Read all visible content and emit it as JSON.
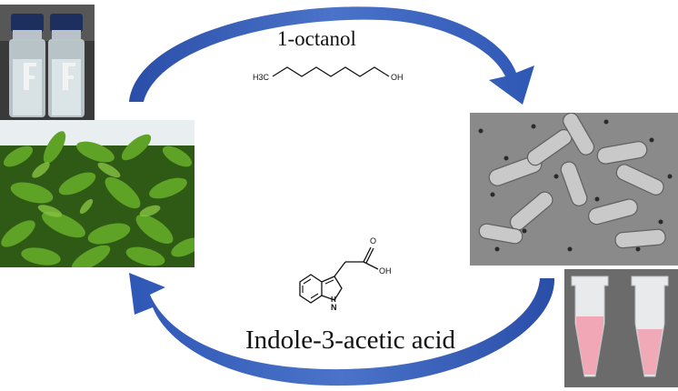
{
  "top_label": "1-octanol",
  "bottom_label": "Indole-3-acetic acid",
  "octanol_structure": {
    "left_group": "H3C",
    "right_group": "OH"
  },
  "iaa_structure": {
    "acid_group": "OH",
    "carbonyl": "O",
    "ring_nh": "H",
    "ring_n": "N"
  },
  "images": [
    {
      "name": "vials-photo",
      "depicts": "two glass vials with clear liquid"
    },
    {
      "name": "tea-leaves-photo",
      "depicts": "green tea plant leaves"
    },
    {
      "name": "bacteria-sem-photo",
      "depicts": "scanning electron micrograph of rod-shaped bacteria"
    },
    {
      "name": "tubes-photo",
      "depicts": "two microcentrifuge tubes with pink liquid"
    }
  ],
  "colors": {
    "arrow": "#3d64b8",
    "arrow_dark": "#24449a",
    "leaf": "#4f8f1f",
    "tube_liquid": "#f2a7b6"
  }
}
